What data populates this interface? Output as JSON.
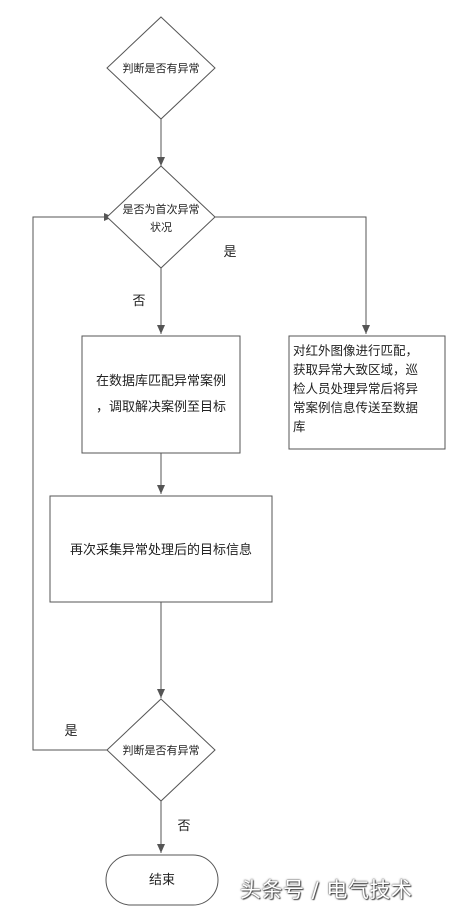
{
  "diagram": {
    "decision_start": "判断是否有异常",
    "decision_first_lines": [
      "是否为首次异常",
      "状况"
    ],
    "label_yes_right": "是",
    "label_no_down": "否",
    "process_match_lines": [
      "在数据库匹配异常案例",
      "，调取解决案例至目标"
    ],
    "process_infrared_lines": [
      "对红外图像进行匹配，",
      "获取异常大致区域，巡",
      "检人员处理异常后将异",
      "常案例信息传送至数据",
      "库"
    ],
    "process_recollect": "再次采集异常处理后的目标信息",
    "decision_end": "判断是否有异常",
    "label_yes_loop": "是",
    "label_no_end": "否",
    "terminal_end": "结束"
  },
  "watermark": "头条号 / 电气技术",
  "colors": {
    "line": "#555555",
    "text": "#222222"
  }
}
